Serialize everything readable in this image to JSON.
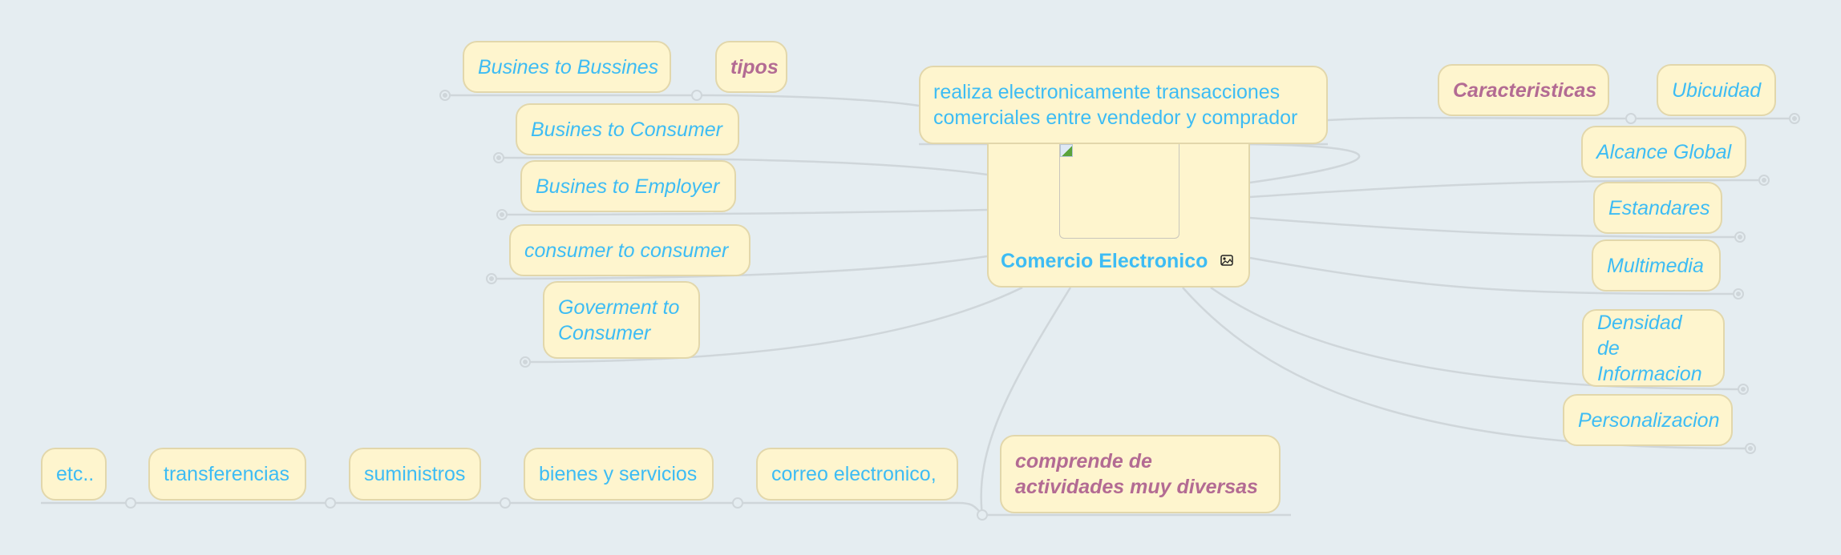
{
  "central_topic": {
    "title": "Comercio Electronico",
    "has_image": true,
    "icon": "image-icon"
  },
  "description_node": {
    "text": "realiza electronicamente transacciones comerciales entre vendedor y comprador"
  },
  "branches": {
    "tipos": {
      "label": "tipos",
      "children": [
        "Busines to Bussines",
        "Busines to Consumer",
        "Busines to Employer",
        "consumer to consumer",
        "Goverment to Consumer"
      ]
    },
    "caracteristicas": {
      "label": "Caracteristicas",
      "children": [
        "Ubicuidad",
        "Alcance Global",
        "Estandares",
        "Multimedia",
        "Densidad de Informacion",
        "Personalizacion"
      ]
    },
    "actividades": {
      "label": "comprende de actividades muy diversas",
      "children": [
        "correo electronico,",
        "bienes y servicios",
        "suministros",
        "transferencias",
        "etc.."
      ]
    }
  },
  "colors": {
    "background": "#e5edf1",
    "node_fill": "#fef5ce",
    "node_border": "#e2d7ab",
    "topic_text": "#3dbcf4",
    "branch_label_text": "#b36b93",
    "connector": "#cfd6da"
  }
}
